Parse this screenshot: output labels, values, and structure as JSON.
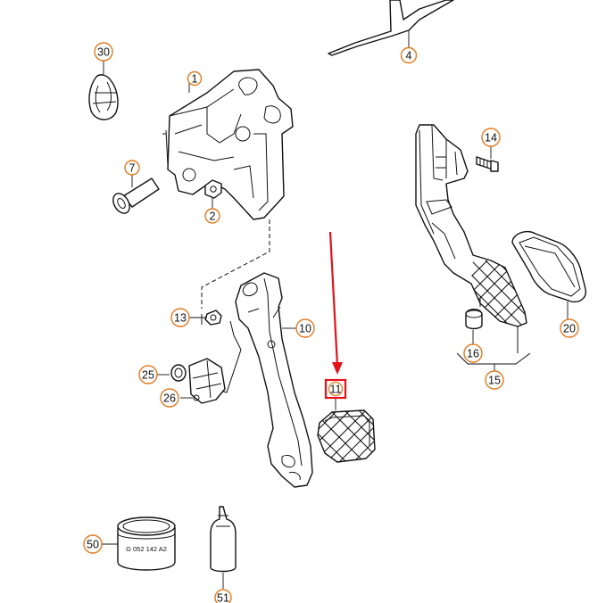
{
  "colors": {
    "callout_ring": "#e07a1f",
    "highlight": "#e5111a",
    "line": "#111111",
    "background": "#ffffff"
  },
  "callouts": {
    "c1": "1",
    "c2": "2",
    "c4": "4",
    "c7": "7",
    "c10": "10",
    "c11": "11",
    "c13": "13",
    "c14": "14",
    "c15": "15",
    "c16": "16",
    "c20": "20",
    "c25": "25",
    "c26": "26",
    "c30": "30",
    "c50": "50",
    "c51": "51"
  },
  "highlighted_part": "11",
  "labels": {
    "grease_can": "G 052 142 A2"
  }
}
